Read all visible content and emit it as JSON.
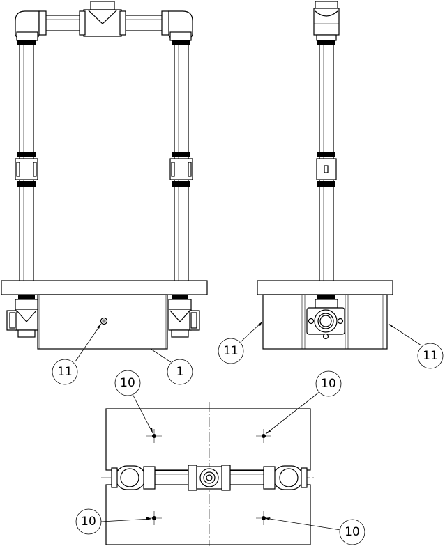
{
  "drawing": {
    "views": [
      "front-view",
      "side-view",
      "top-view"
    ],
    "callouts": [
      {
        "id": "c-front-11",
        "label": "11"
      },
      {
        "id": "c-front-1",
        "label": "1"
      },
      {
        "id": "c-side-11a",
        "label": "11"
      },
      {
        "id": "c-side-11b",
        "label": "11"
      },
      {
        "id": "c-top-10a",
        "label": "10"
      },
      {
        "id": "c-top-10b",
        "label": "10"
      },
      {
        "id": "c-top-10c",
        "label": "10"
      },
      {
        "id": "c-top-10d",
        "label": "10"
      }
    ]
  }
}
